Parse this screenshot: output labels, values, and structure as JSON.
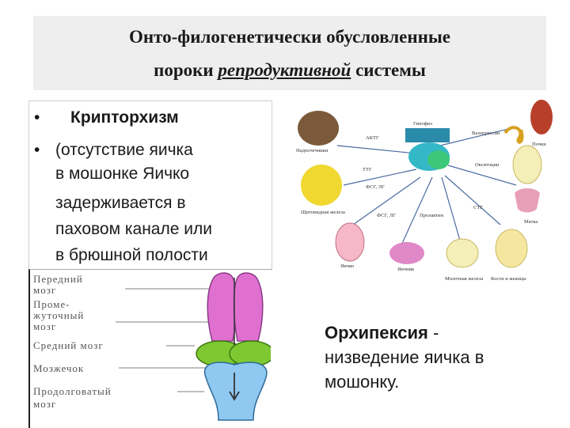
{
  "slide": {
    "title_line1": "Онто-филогенетически обусловленные",
    "title_line2_before": "пороки ",
    "title_line2_em": "репродуктивной",
    "title_line2_after": " системы"
  },
  "bullets": {
    "marker": "•",
    "item1": "Крипторхизм",
    "item2_lines": [
      "(отсутствие яичка",
      "в мошонке   Яичко",
      "задерживается в",
      "паховом канале или",
      "в брюшной полости"
    ]
  },
  "brain_diagram": {
    "labels": [
      "Передний",
      "мозг",
      "Проме-",
      "жуточный",
      "мозг",
      "Средний мозг",
      "Мозжечок",
      "Продолговатый",
      "мозг"
    ],
    "colors": {
      "forebrain": "#e070d0",
      "midbrain": "#7ec832",
      "hindbrain": "#8fc8f0"
    }
  },
  "endocrine_diagram": {
    "center_label": "Гипофиз",
    "hormones": [
      "АКТГ",
      "Вазопрессин",
      "ТТГ",
      "Окситоцин",
      "ФСГ, ЛГ",
      "Пролактин",
      "СТГ",
      "ФСГ, ЛГ"
    ],
    "organs": [
      "Надпочечники",
      "Почки",
      "Щитовидная железа",
      "Матка",
      "Яичко",
      "Яичник",
      "Молочная железа",
      "Кости и мышцы"
    ]
  },
  "orchipexy": {
    "term": "Орхипексия",
    "dash": "-",
    "line2": "низведение яичка в",
    "line3": "мошонку."
  }
}
